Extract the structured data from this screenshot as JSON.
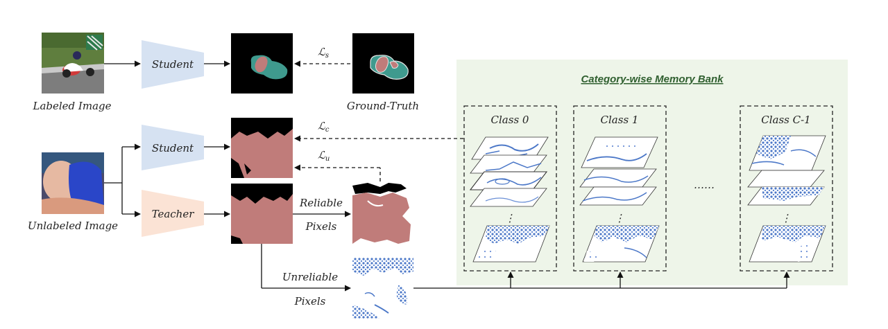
{
  "labels": {
    "labeled_image": "Labeled Image",
    "unlabeled_image": "Unlabeled Image",
    "student_top": "Student",
    "student_mid": "Student",
    "teacher": "Teacher",
    "ground_truth": "Ground-Truth",
    "reliable_line1": "Reliable",
    "reliable_line2": "Pixels",
    "unreliable_line1": "Unreliable",
    "unreliable_line2": "Pixels",
    "loss_s": "ℒ",
    "loss_s_sub": "s",
    "loss_c": "ℒ",
    "loss_c_sub": "c",
    "loss_u": "ℒ",
    "loss_u_sub": "u"
  },
  "memory_bank": {
    "title": "Category-wise Memory Bank",
    "classes": [
      "Class 0",
      "Class 1",
      "Class C-1"
    ],
    "ellipsis_vertical": "⋮",
    "ellipsis_horizontal": "……"
  },
  "colors": {
    "student": "#d6e2f2",
    "teacher": "#fbe3d5",
    "mask_pink": "#c07c7a",
    "mask_teal": "#3f9a8e",
    "bank_bg": "#eef5e9",
    "feature_blue": "#4c78c8"
  }
}
